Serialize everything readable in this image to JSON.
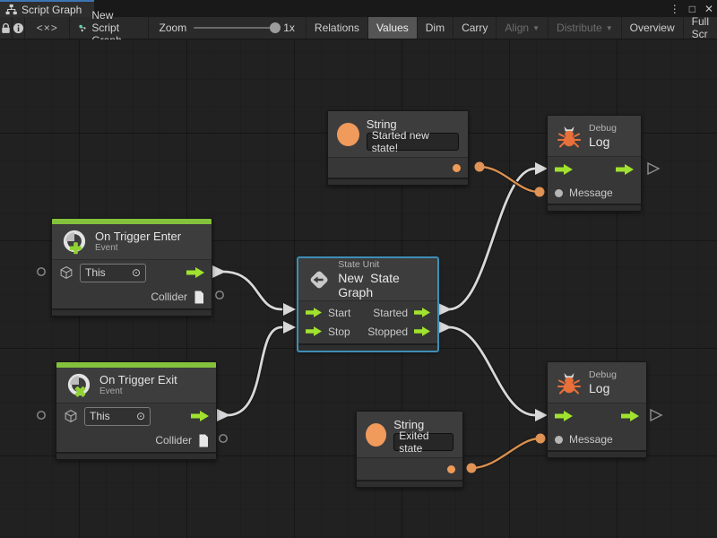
{
  "tab_bar": {
    "title": "Script Graph",
    "menu_icon": "⋮",
    "maximize_icon": "□",
    "close_icon": "✕"
  },
  "toolbar": {
    "code_toggle": "<×>",
    "graph_name": "New Script Graph",
    "zoom_label": "Zoom",
    "zoom_value": "1x",
    "buttons": {
      "relations": "Relations",
      "values": "Values",
      "dim": "Dim",
      "carry": "Carry",
      "align": "Align",
      "distribute": "Distribute",
      "overview": "Overview",
      "fullscreen": "Full Scr"
    },
    "dropdown_arrow": "▼",
    "states": {
      "values_active": true,
      "align_disabled": true,
      "distribute_disabled": true
    }
  },
  "graph": {
    "nodes": {
      "on_trigger_enter": {
        "title": "On Trigger Enter",
        "subtitle": "Event",
        "target_value": "This",
        "target_icon": "⊙",
        "output_label": "Collider"
      },
      "on_trigger_exit": {
        "title": "On Trigger Exit",
        "subtitle": "Event",
        "target_value": "This",
        "target_icon": "⊙",
        "output_label": "Collider"
      },
      "state_unit": {
        "kind": "State Unit",
        "title": "New State Graph",
        "input_start": "Start",
        "input_stop": "Stop",
        "output_started": "Started",
        "output_stopped": "Stopped"
      },
      "string_started": {
        "title": "String",
        "value": "Started new state!"
      },
      "string_exited": {
        "title": "String",
        "value": "Exited state"
      },
      "debug_log_top": {
        "kind": "Debug",
        "title": "Log",
        "input_label": "Message"
      },
      "debug_log_bottom": {
        "kind": "Debug",
        "title": "Log",
        "input_label": "Message"
      }
    },
    "colors": {
      "event_header_green": "#84c13c",
      "flow_arrow_green": "#a0e22f",
      "value_orange": "#ee9b58",
      "wire_white": "#d8d8d8",
      "wire_orange": "#d8904f",
      "selection_blue": "#3e8fb6",
      "canvas_background": "#212121"
    }
  }
}
